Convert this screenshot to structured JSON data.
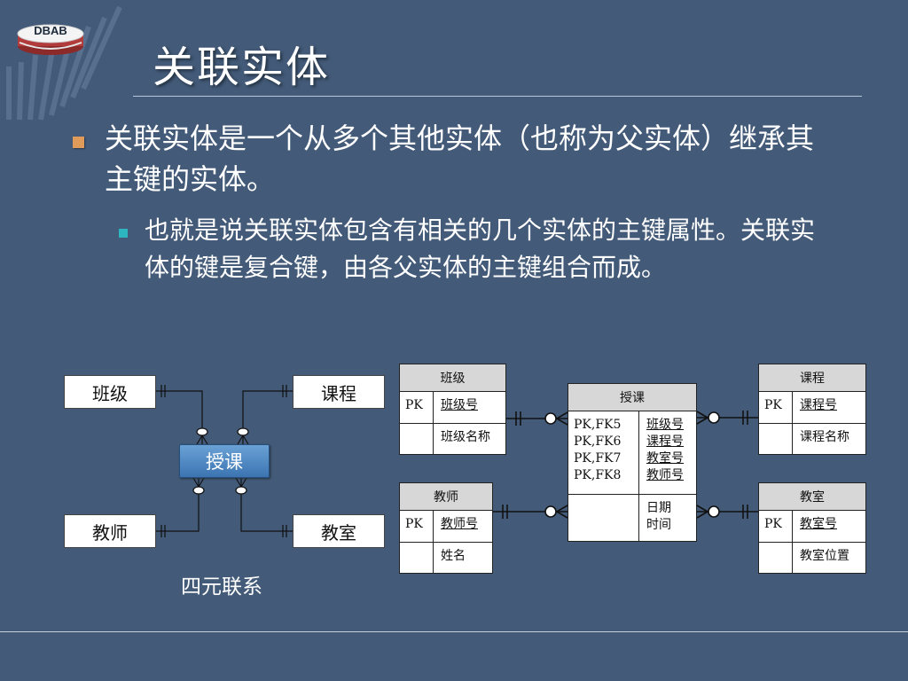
{
  "logo": {
    "text": "DBAB"
  },
  "title": "关联实体",
  "bullets": {
    "main": "关联实体是一个从多个其他实体（也称为父实体）继承其主键的实体。",
    "sub": "也就是说关联实体包含有相关的几个实体的主键属性。关联实体的键是复合键，由各父实体的主键组合而成。"
  },
  "simple_diagram": {
    "entities": {
      "class": "班级",
      "course": "课程",
      "teacher": "教师",
      "room": "教室"
    },
    "relationship": "授课",
    "caption": "四元联系"
  },
  "er_tables": {
    "class": {
      "name": "班级",
      "pk": "PK",
      "pk_attr": "班级号",
      "attr": "班级名称"
    },
    "course": {
      "name": "课程",
      "pk": "PK",
      "pk_attr": "课程号",
      "attr": "课程名称"
    },
    "teacher": {
      "name": "教师",
      "pk": "PK",
      "pk_attr": "教师号",
      "attr": "姓名"
    },
    "room": {
      "name": "教室",
      "pk": "PK",
      "pk_attr": "教室号",
      "attr": "教室位置"
    },
    "teach": {
      "name": "授课",
      "keys": [
        "PK,FK5",
        "PK,FK6",
        "PK,FK7",
        "PK,FK8"
      ],
      "key_attrs": [
        "班级号",
        "课程号",
        "教室号",
        "教师号"
      ],
      "attrs": [
        "日期",
        "时间"
      ]
    }
  },
  "colors": {
    "background": "#435a78",
    "bullet": "#e09a5a",
    "sub_bullet": "#2db5c0",
    "relationship": "#4a86c3"
  }
}
